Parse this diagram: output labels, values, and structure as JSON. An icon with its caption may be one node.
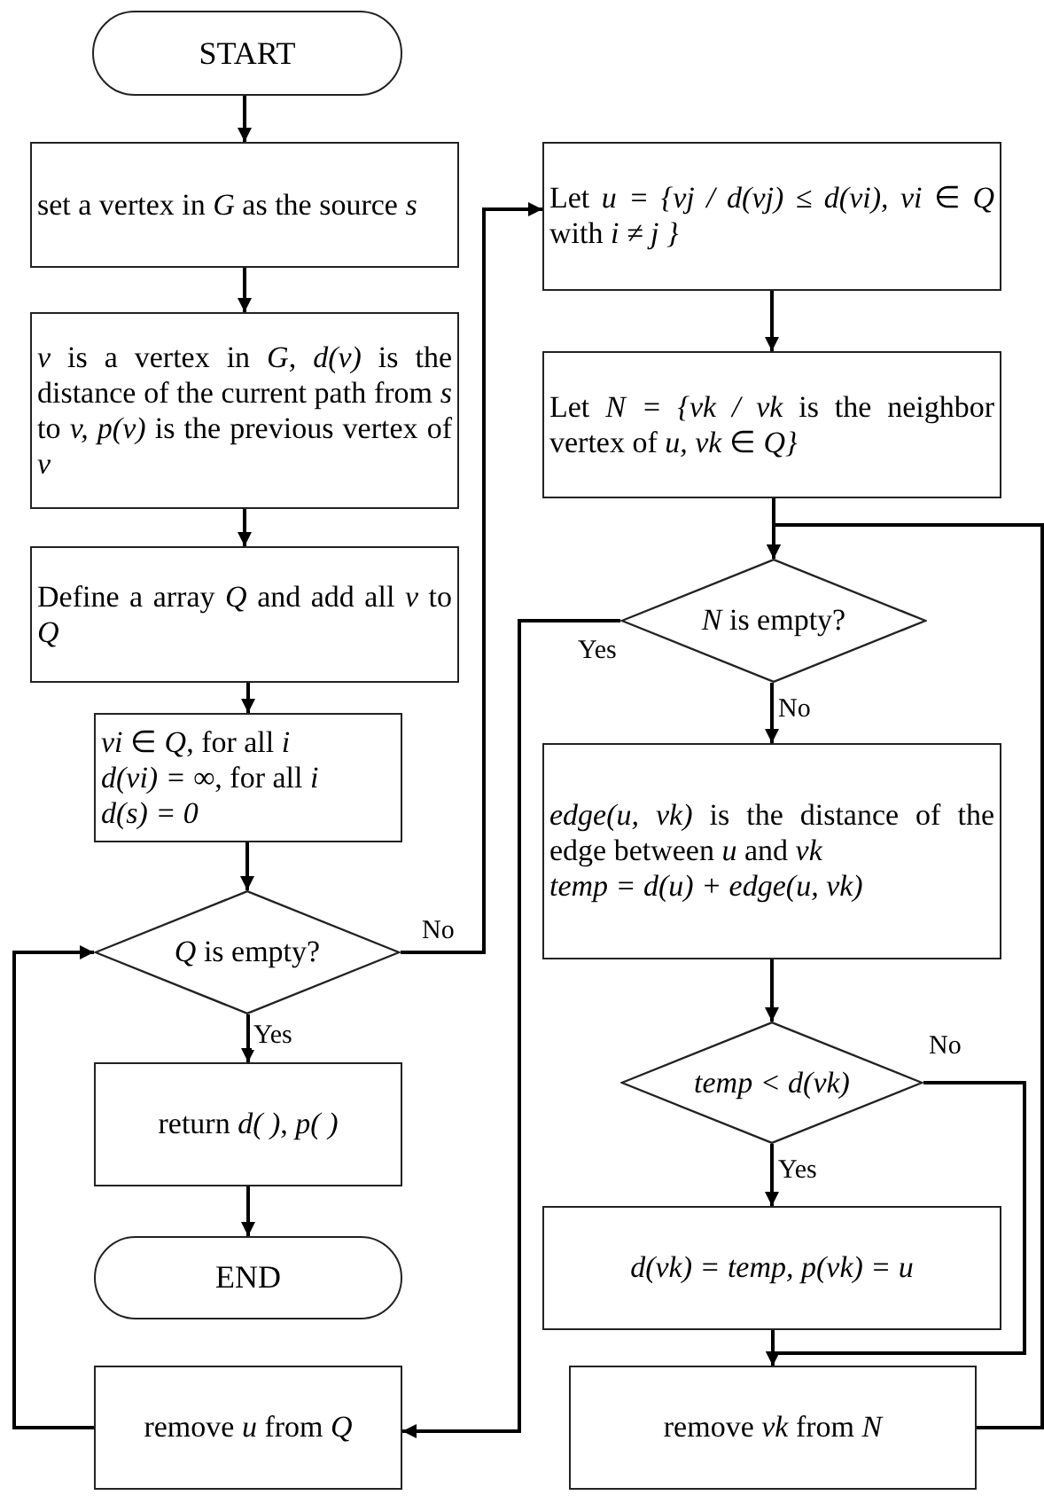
{
  "diagram": {
    "nodes": [
      {
        "text": [
          "START"
        ]
      },
      {
        "text": [
          "set a vertex in *G* as the source *s*"
        ]
      },
      {
        "text": [
          "*v* is a vertex in *G*, *d(v)* is the distance of the current path from *s* to *v, p(v)* is the previous vertex of *v*"
        ]
      },
      {
        "text": [
          "Define a array *Q* and add all *v* to *Q*"
        ]
      },
      {
        "text": [
          "*vi* ∈ *Q*, for all *i*",
          "*d(vi) =* ∞, for all *i*",
          "*d(s) = 0*"
        ]
      },
      {
        "text": [
          "*Q* is empty?"
        ]
      },
      {
        "text": [
          "return *d( )*, *p( )*"
        ]
      },
      {
        "text": [
          "END"
        ]
      },
      {
        "text": [
          "remove *u* from *Q*"
        ]
      },
      {
        "text": [
          "Let *u = {vj / d(vj) ≤ d(vi), vi* ∈ *Q* with *i ≠ j }*"
        ]
      },
      {
        "text": [
          "Let *N = {vk / vk* is the neighbor vertex of *u, vk* ∈ *Q}*"
        ]
      },
      {
        "text": [
          "*N* is empty?"
        ]
      },
      {
        "text": [
          "*edge(u, vk)* is the distance of the edge between *u* and *vk*",
          "*temp = d(u) + edge(u, vk)*"
        ]
      },
      {
        "text": [
          "*temp < d(vk)*"
        ]
      },
      {
        "text": [
          "*d(vk) = temp, p(vk) = u*"
        ]
      },
      {
        "text": [
          "remove *vk* from *N*"
        ]
      }
    ],
    "edges": [
      {
        "from": 0,
        "to": 1,
        "arrow": "to"
      },
      {
        "from": 1,
        "to": 2,
        "arrow": "to"
      },
      {
        "from": 2,
        "to": 3,
        "arrow": "to"
      },
      {
        "from": 3,
        "to": 4,
        "arrow": "to"
      },
      {
        "from": 4,
        "to": 5,
        "arrow": "to"
      },
      {
        "from": 5,
        "to": 6,
        "arrow": "to",
        "label": "Yes"
      },
      {
        "from": 6,
        "to": 7,
        "arrow": "to"
      },
      {
        "from": 5,
        "to": 9,
        "arrow": "to",
        "label": "No"
      },
      {
        "from": 9,
        "to": 10,
        "arrow": "to"
      },
      {
        "from": 10,
        "to": 11,
        "arrow": "to"
      },
      {
        "from": 11,
        "to": 8,
        "arrow": "to",
        "label": "Yes"
      },
      {
        "from": 11,
        "to": 12,
        "arrow": "to",
        "label": "No"
      },
      {
        "from": 12,
        "to": 13,
        "arrow": "to"
      },
      {
        "from": 13,
        "to": 14,
        "arrow": "to",
        "label": "Yes"
      },
      {
        "from": 13,
        "to": 15,
        "arrow": "to",
        "label": "No"
      },
      {
        "from": 14,
        "to": 15,
        "arrow": "to"
      },
      {
        "from": 15,
        "to": 11,
        "arrow": "to"
      },
      {
        "from": 8,
        "to": 5,
        "arrow": "to"
      }
    ]
  }
}
